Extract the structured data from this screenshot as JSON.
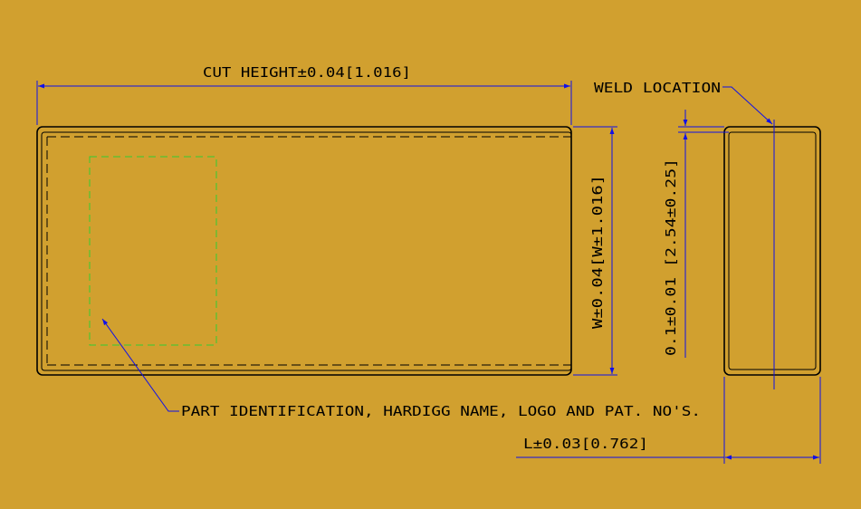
{
  "labels": {
    "cut_height": "CUT HEIGHT±0.04[1.016]",
    "weld_location": "WELD LOCATION",
    "width_dim": "W±0.04[W±1.016]",
    "weld_offset": "0.1±0.01 [2.54±0.25]",
    "part_identification": "PART IDENTIFICATION, HARDIGG NAME, LOGO AND PAT. NO'S.",
    "length_dim": "L±0.03[0.762]"
  },
  "colors": {
    "background": "#d1a02f",
    "outline": "#000000",
    "dimension": "#1010e8",
    "identification_area": "#33cc33"
  }
}
